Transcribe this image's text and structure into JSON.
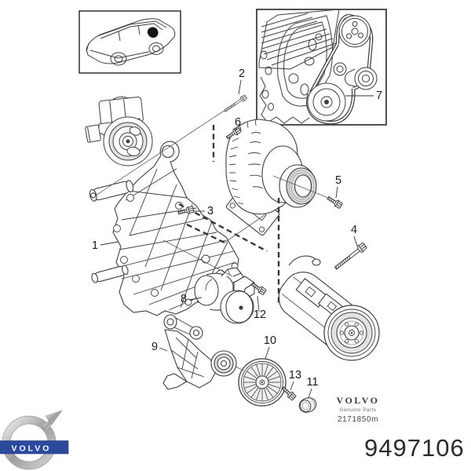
{
  "colors": {
    "line": "#3e3e3e",
    "label_text": "#1a1a1a",
    "logo_blue": "#2b4a9d",
    "part_number_text": "#2b2b2b"
  },
  "callouts": {
    "c1": "1",
    "c2": "2",
    "c3": "3",
    "c4": "4",
    "c5": "5",
    "c6": "6",
    "c7": "7",
    "c8": "8",
    "c9": "9",
    "c10": "10",
    "c11": "11",
    "c12": "12",
    "c13": "13"
  },
  "brand_box": {
    "brand": "VOLVO",
    "subtitle": "Genuine Parts",
    "code": "2171850m"
  },
  "logo": {
    "wordmark": "VOLVO"
  },
  "part_number": "9497106"
}
